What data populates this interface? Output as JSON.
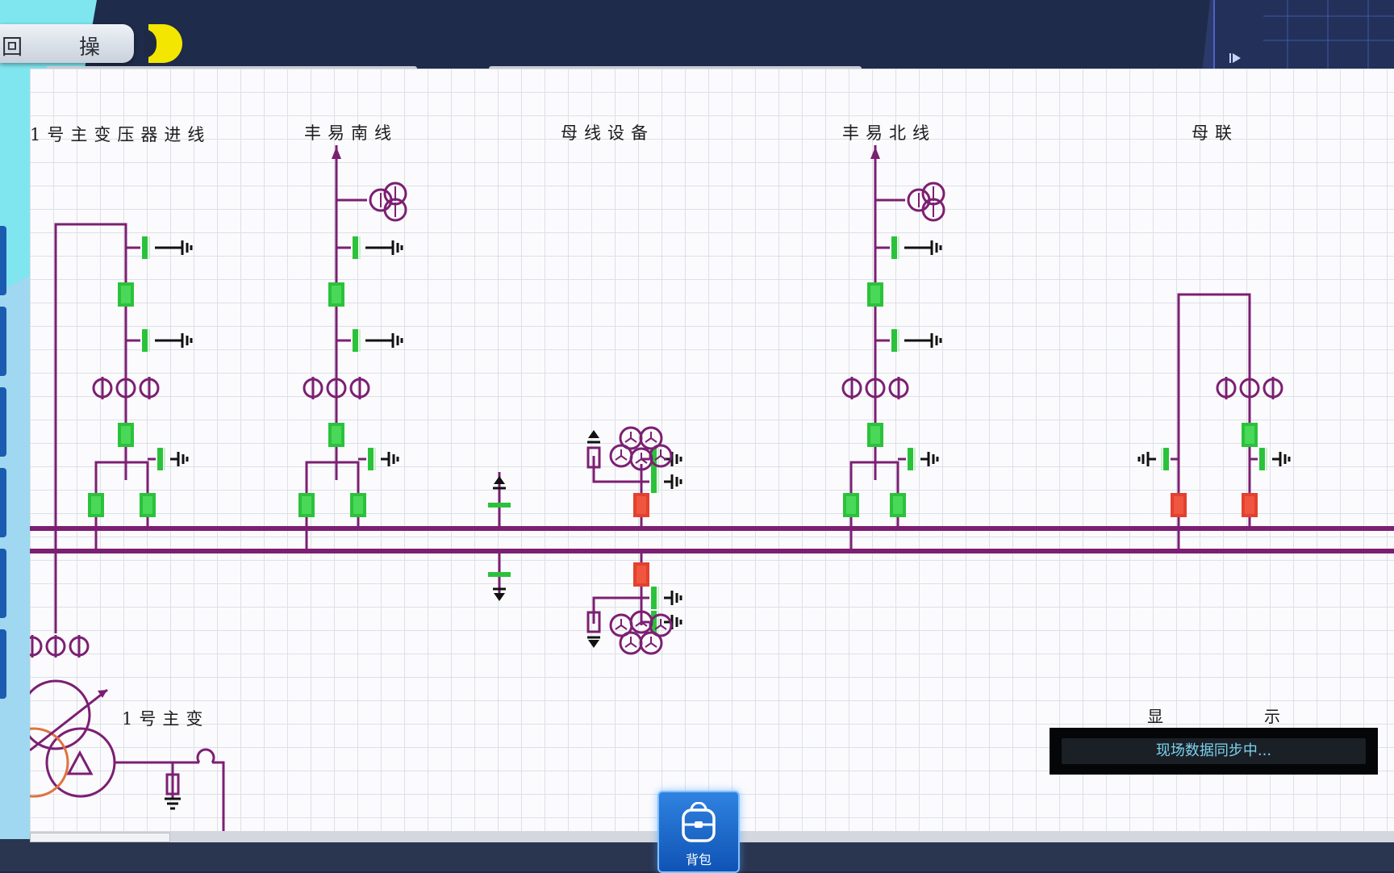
{
  "top_bar": {
    "left_glyph_1": "回",
    "left_glyph_2": "操"
  },
  "bays": {
    "main_transformer_incoming": "1号主变压器进线",
    "fengyi_south": "丰易南线",
    "bus_equipment": "母线设备",
    "fengyi_north": "丰易北线",
    "bus_coupler": "母联"
  },
  "transformer": {
    "label": "1号主变"
  },
  "display": {
    "title_left": "显",
    "title_right": "示",
    "status": "现场数据同步中..."
  },
  "bottom_button": {
    "label": "背包",
    "icon": "backpack-icon"
  },
  "colors": {
    "line": "#7c1f72",
    "switch_closed": "#e3412e",
    "switch_open": "#2bc23b",
    "transformer_orange": "#e0733f"
  }
}
